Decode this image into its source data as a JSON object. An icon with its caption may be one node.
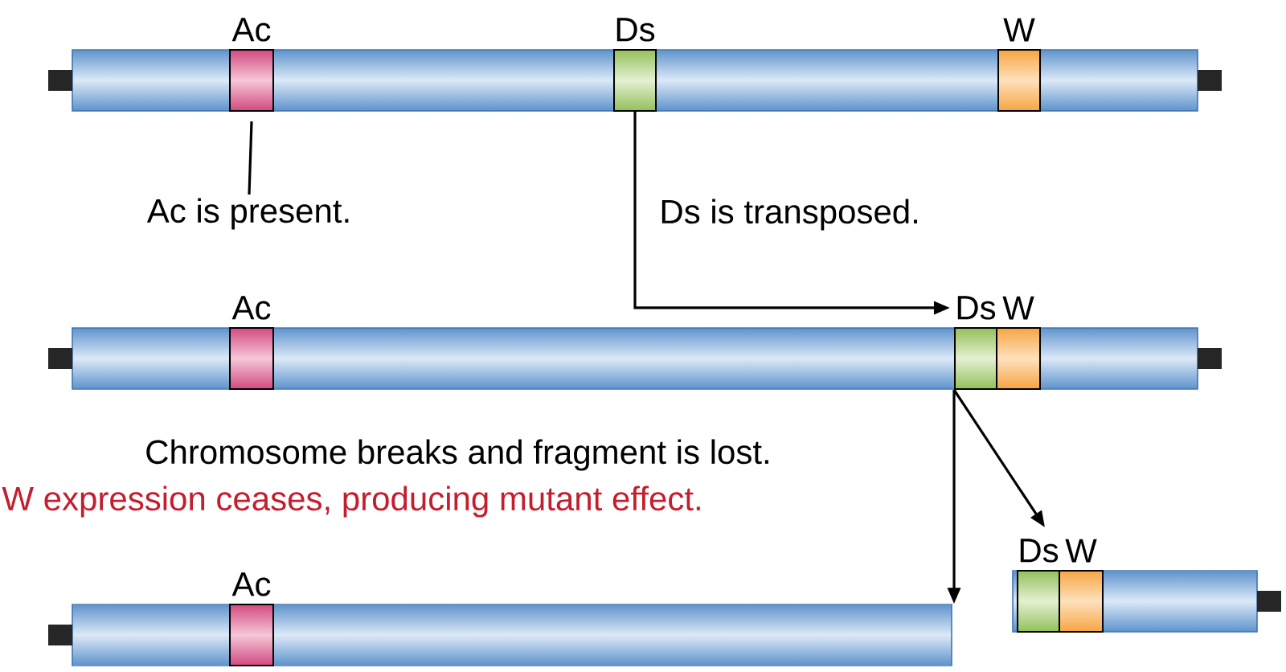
{
  "diagram": {
    "nodes": [
      {
        "text": [],
        "shape": "bar"
      },
      {
        "text": [
          "Ac"
        ],
        "in": 0
      },
      {
        "text": [
          "Ds"
        ],
        "in": 0
      },
      {
        "text": [
          "W"
        ],
        "in": 0
      },
      {
        "text": [
          "Ac is present."
        ]
      },
      {
        "text": [],
        "shape": "bar"
      },
      {
        "text": [
          "Ac"
        ],
        "in": 5
      },
      {
        "text": [
          "Ds"
        ],
        "in": 5
      },
      {
        "text": [
          "W"
        ],
        "in": 5
      },
      {
        "text": [],
        "shape": "bar"
      },
      {
        "text": [
          "Ac"
        ],
        "in": 9
      },
      {
        "text": [],
        "shape": "bar"
      },
      {
        "text": [
          "Ds"
        ],
        "in": 11
      },
      {
        "text": [
          "W"
        ],
        "in": 11
      }
    ],
    "edges": [
      {
        "from": 4,
        "to": 1,
        "arrow": "none"
      },
      {
        "from": 2,
        "to": 7,
        "arrow": "to",
        "label": "Ds is transposed."
      },
      {
        "from": 7,
        "to": 9,
        "arrow": "to"
      },
      {
        "from": 7,
        "to": 12,
        "arrow": "to"
      }
    ],
    "labels": [
      "Chromosome breaks and fragment is lost.",
      "W expression ceases, producing mutant effect."
    ]
  }
}
